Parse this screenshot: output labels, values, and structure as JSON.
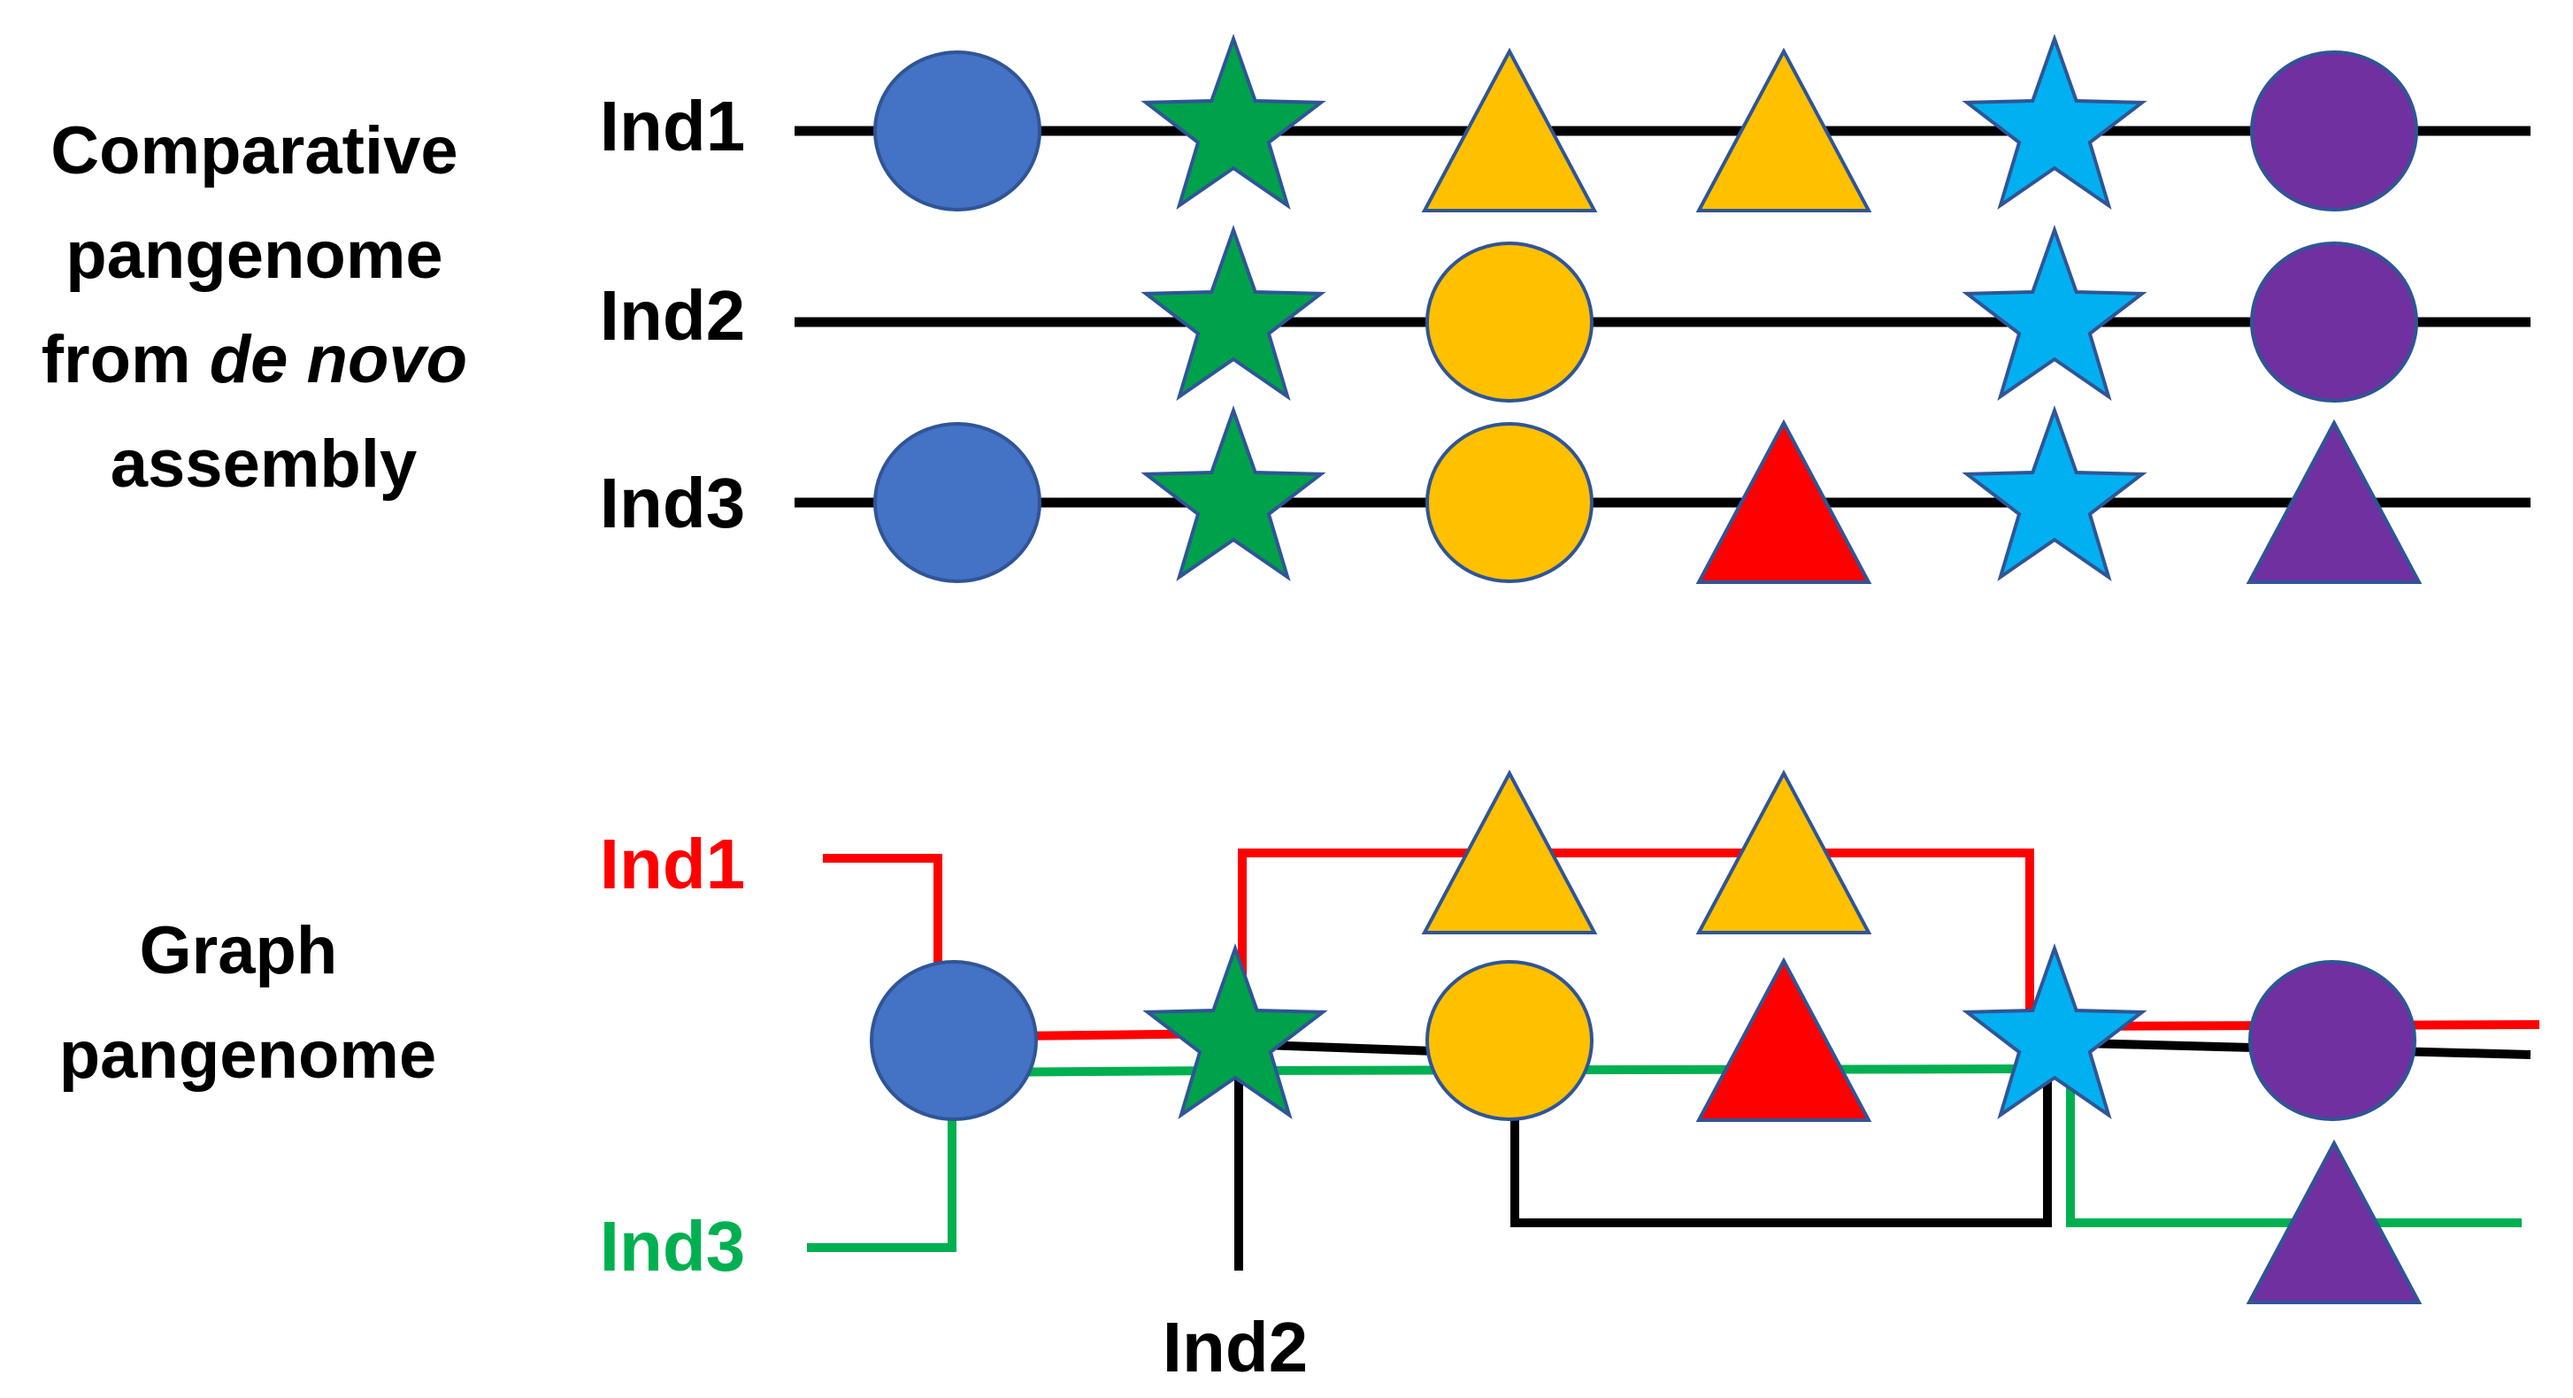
{
  "colors": {
    "blue": "#4472c4",
    "green": "#00a14b",
    "yellow": "#ffc000",
    "red": "#ff0000",
    "sky": "#00b0f0",
    "purple": "#7030a0",
    "path_ind1": "#ff0000",
    "path_ind2": "#000000",
    "path_ind3": "#00b050"
  },
  "top_section": {
    "title_lines": [
      "Comparative",
      "pangenome",
      "from ",
      "assembly"
    ],
    "title_italic": "de novo",
    "tracks": [
      {
        "label": "Ind1",
        "shapes": [
          {
            "slot": 1,
            "icon": "circle-icon",
            "color": "blue"
          },
          {
            "slot": 2,
            "icon": "star-icon",
            "color": "green"
          },
          {
            "slot": 3,
            "icon": "triangle-icon",
            "color": "yellow"
          },
          {
            "slot": 4,
            "icon": "triangle-icon",
            "color": "yellow"
          },
          {
            "slot": 5,
            "icon": "star-icon",
            "color": "sky"
          },
          {
            "slot": 6,
            "icon": "circle-icon",
            "color": "purple"
          }
        ]
      },
      {
        "label": "Ind2",
        "shapes": [
          {
            "slot": 2,
            "icon": "star-icon",
            "color": "green"
          },
          {
            "slot": 3,
            "icon": "circle-icon",
            "color": "yellow"
          },
          {
            "slot": 5,
            "icon": "star-icon",
            "color": "sky"
          },
          {
            "slot": 6,
            "icon": "circle-icon",
            "color": "purple"
          }
        ]
      },
      {
        "label": "Ind3",
        "shapes": [
          {
            "slot": 1,
            "icon": "circle-icon",
            "color": "blue"
          },
          {
            "slot": 2,
            "icon": "star-icon",
            "color": "green"
          },
          {
            "slot": 3,
            "icon": "circle-icon",
            "color": "yellow"
          },
          {
            "slot": 4,
            "icon": "triangle-icon",
            "color": "red"
          },
          {
            "slot": 5,
            "icon": "star-icon",
            "color": "sky"
          },
          {
            "slot": 6,
            "icon": "triangle-icon",
            "color": "purple"
          }
        ]
      }
    ]
  },
  "graph_section": {
    "title_lines": [
      "Graph",
      "pangenome"
    ],
    "paths": [
      {
        "label": "Ind1",
        "color": "path_ind1"
      },
      {
        "label": "Ind2",
        "color": "path_ind2"
      },
      {
        "label": "Ind3",
        "color": "path_ind3"
      }
    ],
    "nodes": [
      {
        "icon": "circle-icon",
        "color": "blue"
      },
      {
        "icon": "star-icon",
        "color": "green"
      },
      {
        "icon": "triangle-icon",
        "color": "yellow"
      },
      {
        "icon": "triangle-icon",
        "color": "yellow"
      },
      {
        "icon": "circle-icon",
        "color": "yellow"
      },
      {
        "icon": "triangle-icon",
        "color": "red"
      },
      {
        "icon": "star-icon",
        "color": "sky"
      },
      {
        "icon": "circle-icon",
        "color": "purple"
      },
      {
        "icon": "triangle-icon",
        "color": "purple"
      }
    ]
  }
}
